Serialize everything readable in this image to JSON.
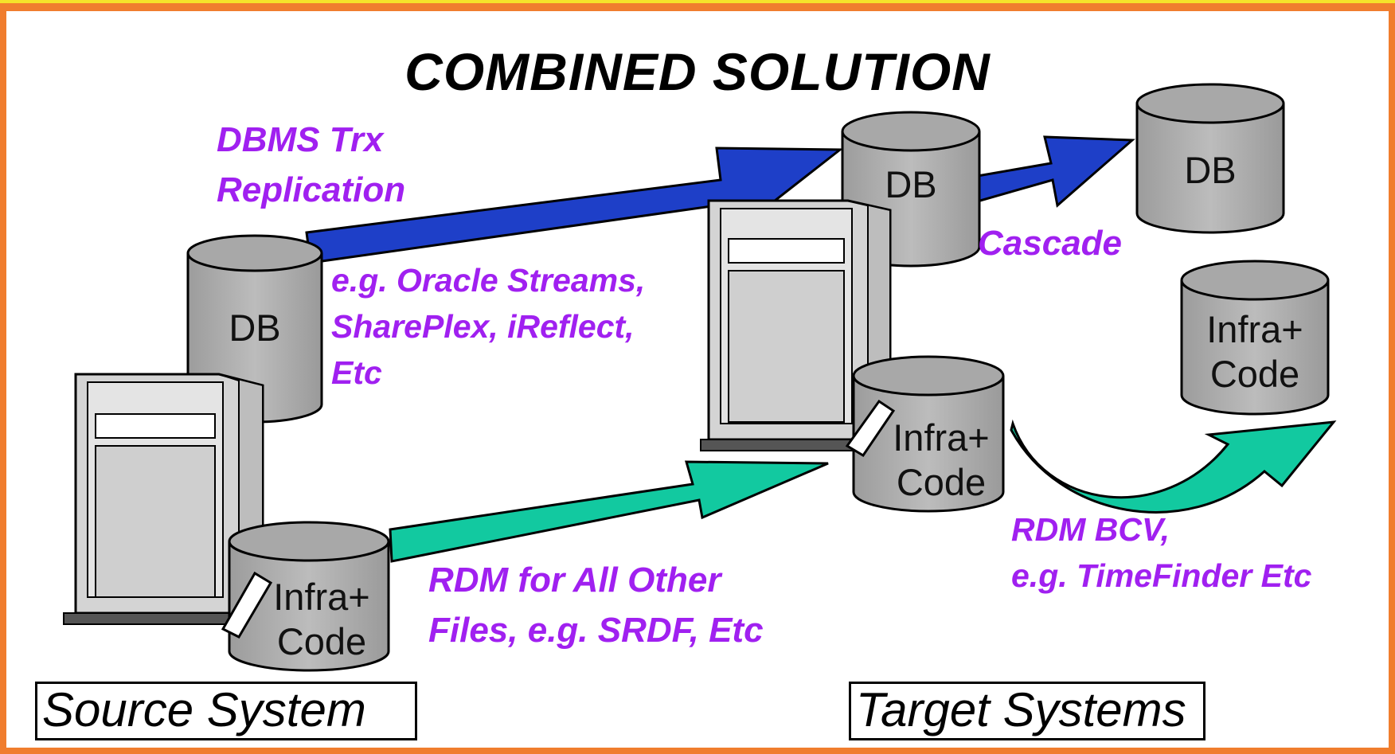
{
  "title": "COMBINED SOLUTION",
  "labels": {
    "dbms_replication": "DBMS Trx\nReplication",
    "streams_examples": "e.g. Oracle Streams,\nSharePlex, iReflect,\nEtc",
    "cascade": "Cascade",
    "rdm_other_files": "RDM for All Other\nFiles, e.g. SRDF, Etc",
    "rdm_bcv": "RDM BCV,\ne.g. TimeFinder Etc"
  },
  "cylinders": {
    "source_db": "DB",
    "source_infra": "Infra+\nCode",
    "target_db": "DB",
    "target_infra": "Infra+\nCode",
    "cascade_db": "DB",
    "bcv_infra": "Infra+\nCode"
  },
  "boxes": {
    "source_system": "Source System",
    "target_systems": "Target Systems"
  },
  "colors": {
    "frame": "#f07d2e",
    "label_purple": "#a020f0",
    "arrow_blue": "#1e3fc8",
    "arrow_teal": "#12c9a0",
    "cylinder_gray": "#b0b0b0"
  }
}
